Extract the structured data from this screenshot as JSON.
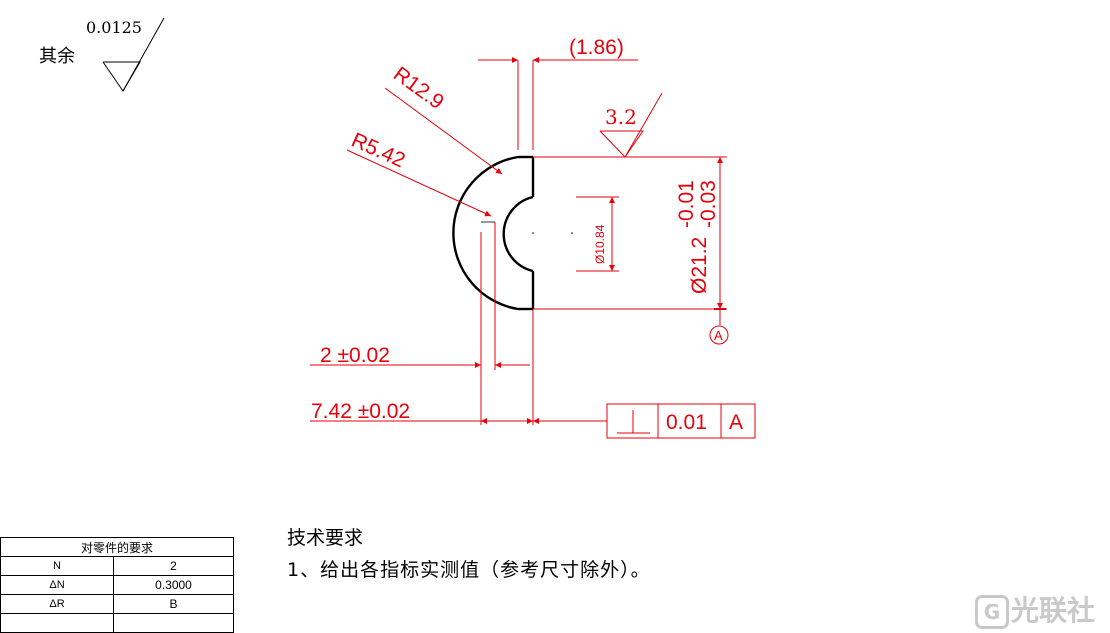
{
  "surface_finish": {
    "other_label": "其余",
    "general_value": "0.0125",
    "face_value": "3.2"
  },
  "dimensions": {
    "reference_thickness": "(1.86)",
    "outer_radius": "R12.9",
    "inner_radius": "R5.42",
    "inner_diameter": "Ø10.84",
    "outer_diameter": "Ø21.2",
    "outer_tol_upper": "-0.01",
    "outer_tol_lower": "-0.03",
    "center_thickness": "2 ±0.02",
    "total_thickness": "7.42 ±0.02"
  },
  "datum": {
    "label": "A"
  },
  "tolerance_frame": {
    "value": "0.01",
    "datum": "A"
  },
  "technical_requirements": {
    "title": "技术要求",
    "note_1": "1、给出各指标实测值（参考尺寸除外）。"
  },
  "requirements_table": {
    "header": "对零件的要求",
    "rows": [
      {
        "key": "N",
        "value": "2"
      },
      {
        "key": "ΔN",
        "value": "0.3000"
      },
      {
        "key": "ΔR",
        "value": "B"
      },
      {
        "key": "",
        "value": ""
      }
    ]
  },
  "watermark": {
    "text": "光联社",
    "icon": "G"
  },
  "colors": {
    "dimension": "#e8000b",
    "outline": "#000000"
  }
}
